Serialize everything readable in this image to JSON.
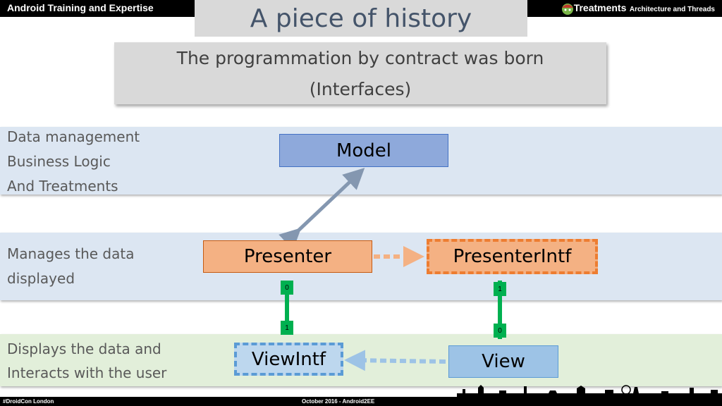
{
  "header": {
    "left_text": "Android Training and Expertise",
    "right_title": "Treatments",
    "right_subtitle": "Architecture and Threads"
  },
  "slide": {
    "title": "A piece of history",
    "subtitle_line1": "The programmation by contract was born",
    "subtitle_line2": "(Interfaces)"
  },
  "layers": {
    "model": [
      "Data management",
      "Business Logic",
      "And Treatments"
    ],
    "presenter": [
      "Manages the data",
      "displayed"
    ],
    "view": [
      "Displays the data and",
      "Interacts with the user"
    ]
  },
  "nodes": {
    "model": "Model",
    "presenter": "Presenter",
    "presenter_intf": "PresenterIntf",
    "view_intf": "ViewIntf",
    "view": "View"
  },
  "multiplicities": {
    "presenter_end": "0",
    "viewintf_end": "1",
    "presenterintf_end": "1",
    "view_end": "0"
  },
  "colors": {
    "model_fill": "#8ea9db",
    "presenter_fill": "#f4b183",
    "view_fill": "#9dc3e6",
    "link_green": "#00b050",
    "arrow_gray": "#8497b0"
  },
  "footer": {
    "left": "#DroidCon London",
    "center": "October 2016 - Android2EE"
  }
}
